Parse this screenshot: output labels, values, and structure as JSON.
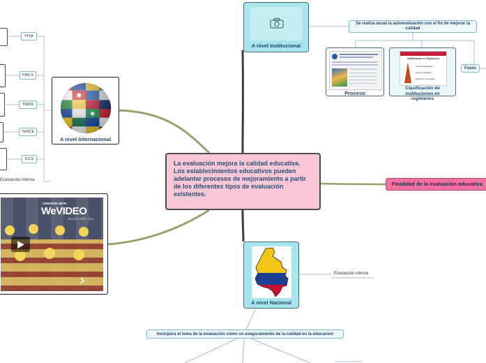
{
  "central": {
    "text": "La evaluación mejora la calidad educativa. Los establecimientos educativos pueden adelantar procesos de mejoramiento a partir de los diferentes tipos de evaluación existentes."
  },
  "institucional": {
    "label": "A nivel Institucional",
    "icon": "camera-icon",
    "note": "Se realiza anual la autoevaluación con el fin de mejorar la calidad",
    "proceso_label": "Proceso",
    "clasificacion_label": "Clasificación de instituciones en regímenes",
    "clasificacion_doc_title": "Clasificación en Regímenes",
    "clasificacion_doc_items": [
      "Libertad Regulada",
      "Libertad Vigilada",
      "Régimen Controlado"
    ],
    "fases_label": "Fases"
  },
  "internacional": {
    "label": "A nivel Internacional",
    "tests": [
      "PISA",
      "PIRLS",
      "TIMSS",
      "TERCE",
      "ICCS"
    ],
    "footer": "Evaluación interna"
  },
  "video": {
    "watermark_top": "CREATED WITH",
    "brand": "WeVIDEO",
    "brand_sub": "WEVIDEO FREE TRIAL"
  },
  "nacional": {
    "label": "A nivel Nacional",
    "side_label": "Evaluación interna",
    "incorpora": "Incorpora el tema de la evaluación como un aseguramiento de la calidad en la educación"
  },
  "finalidad": {
    "label": "Finalidad de la evaluación educativa"
  },
  "colors": {
    "central_fill": "#f9c7d6",
    "teal_card": "#a9e5ec",
    "pink_box": "#f36f9f",
    "branch_green": "#8fa36b",
    "branch_dark": "#3b3b3b"
  }
}
